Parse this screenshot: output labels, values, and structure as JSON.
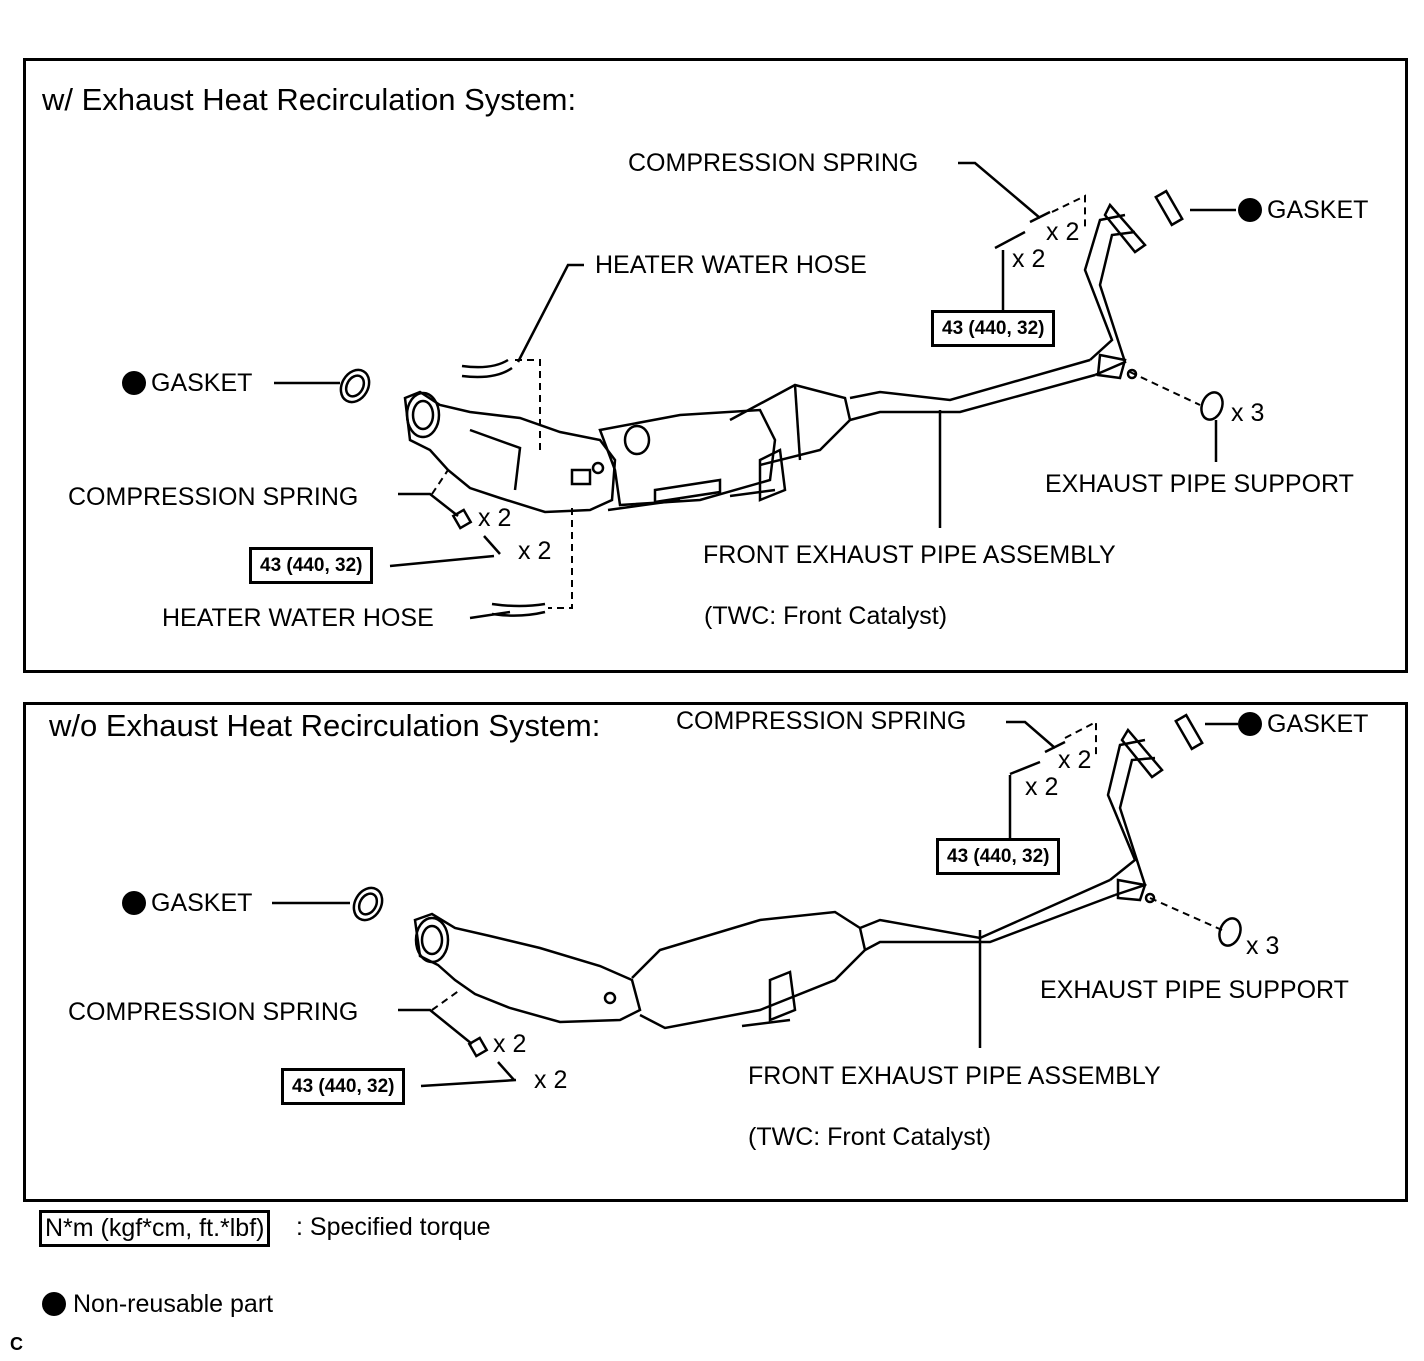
{
  "top": {
    "title": "w/ Exhaust Heat Recirculation System:",
    "compression_spring_right": "COMPRESSION SPRING",
    "compression_spring_right_qty": "x 2",
    "bolt_right_qty": "x 2",
    "torque_right": "43 (440, 32)",
    "gasket_right": "GASKET",
    "heater_water_hose_upper": "HEATER WATER HOSE",
    "gasket_left": "GASKET",
    "compression_spring_left": "COMPRESSION SPRING",
    "compression_spring_left_qty": "x 2",
    "torque_left": "43 (440, 32)",
    "bolt_left_qty": "x 2",
    "heater_water_hose_lower": "HEATER WATER HOSE",
    "support_qty": "x 3",
    "exhaust_pipe_support": "EXHAUST PIPE SUPPORT",
    "front_exhaust_pipe": "FRONT EXHAUST PIPE ASSEMBLY",
    "twc": "(TWC: Front Catalyst)"
  },
  "bottom": {
    "title": "w/o Exhaust Heat Recirculation System:",
    "compression_spring_right": "COMPRESSION SPRING",
    "compression_spring_right_qty": "x 2",
    "bolt_right_qty": "x 2",
    "torque_right": "43 (440, 32)",
    "gasket_right": "GASKET",
    "gasket_left": "GASKET",
    "compression_spring_left": "COMPRESSION SPRING",
    "compression_spring_left_qty": "x 2",
    "torque_left": "43 (440, 32)",
    "bolt_left_qty": "x 2",
    "support_qty": "x 3",
    "exhaust_pipe_support": "EXHAUST PIPE SUPPORT",
    "front_exhaust_pipe": "FRONT EXHAUST PIPE ASSEMBLY",
    "twc": "(TWC: Front Catalyst)"
  },
  "legend": {
    "torque_unit": "N*m (kgf*cm, ft.*lbf)",
    "torque_desc": ": Specified torque",
    "non_reusable": "Non-reusable part"
  },
  "figure_code": "C"
}
